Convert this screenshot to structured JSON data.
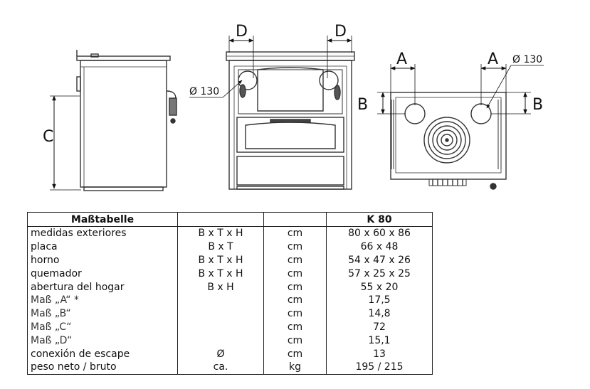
{
  "drawings": {
    "side_view": {
      "dim_label": "C"
    },
    "front_view": {
      "dim_label_left": "D",
      "dim_label_right": "D",
      "flue_label": "Ø 130"
    },
    "top_view": {
      "dim_label_a_left": "A",
      "dim_label_a_right": "A",
      "dim_label_b_left": "B",
      "dim_label_b_right": "B",
      "flue_label": "Ø 130"
    }
  },
  "table": {
    "headers": [
      "Maßtabelle",
      "",
      "",
      "K 80"
    ],
    "rows": [
      [
        "medidas exteriores",
        "B x T x H",
        "cm",
        "80 x 60 x 86"
      ],
      [
        "placa",
        "B x T",
        "cm",
        "66 x 48"
      ],
      [
        "horno",
        "B x T x H",
        "cm",
        "54 x 47 x 26"
      ],
      [
        "quemador",
        "B x T x H",
        "cm",
        "57 x 25 x 25"
      ],
      [
        "abertura del hogar",
        "B x H",
        "cm",
        "55 x 20"
      ],
      [
        "Maß „A“ *",
        "",
        "cm",
        "17,5"
      ],
      [
        "Maß „B“",
        "",
        "cm",
        "14,8"
      ],
      [
        "Maß „C“",
        "",
        "cm",
        "72"
      ],
      [
        "Maß „D“",
        "",
        "cm",
        "15,1"
      ],
      [
        "conexión de escape",
        "Ø",
        "cm",
        "13"
      ],
      [
        "peso neto / bruto",
        "ca.",
        "kg",
        "195 / 215"
      ]
    ]
  }
}
